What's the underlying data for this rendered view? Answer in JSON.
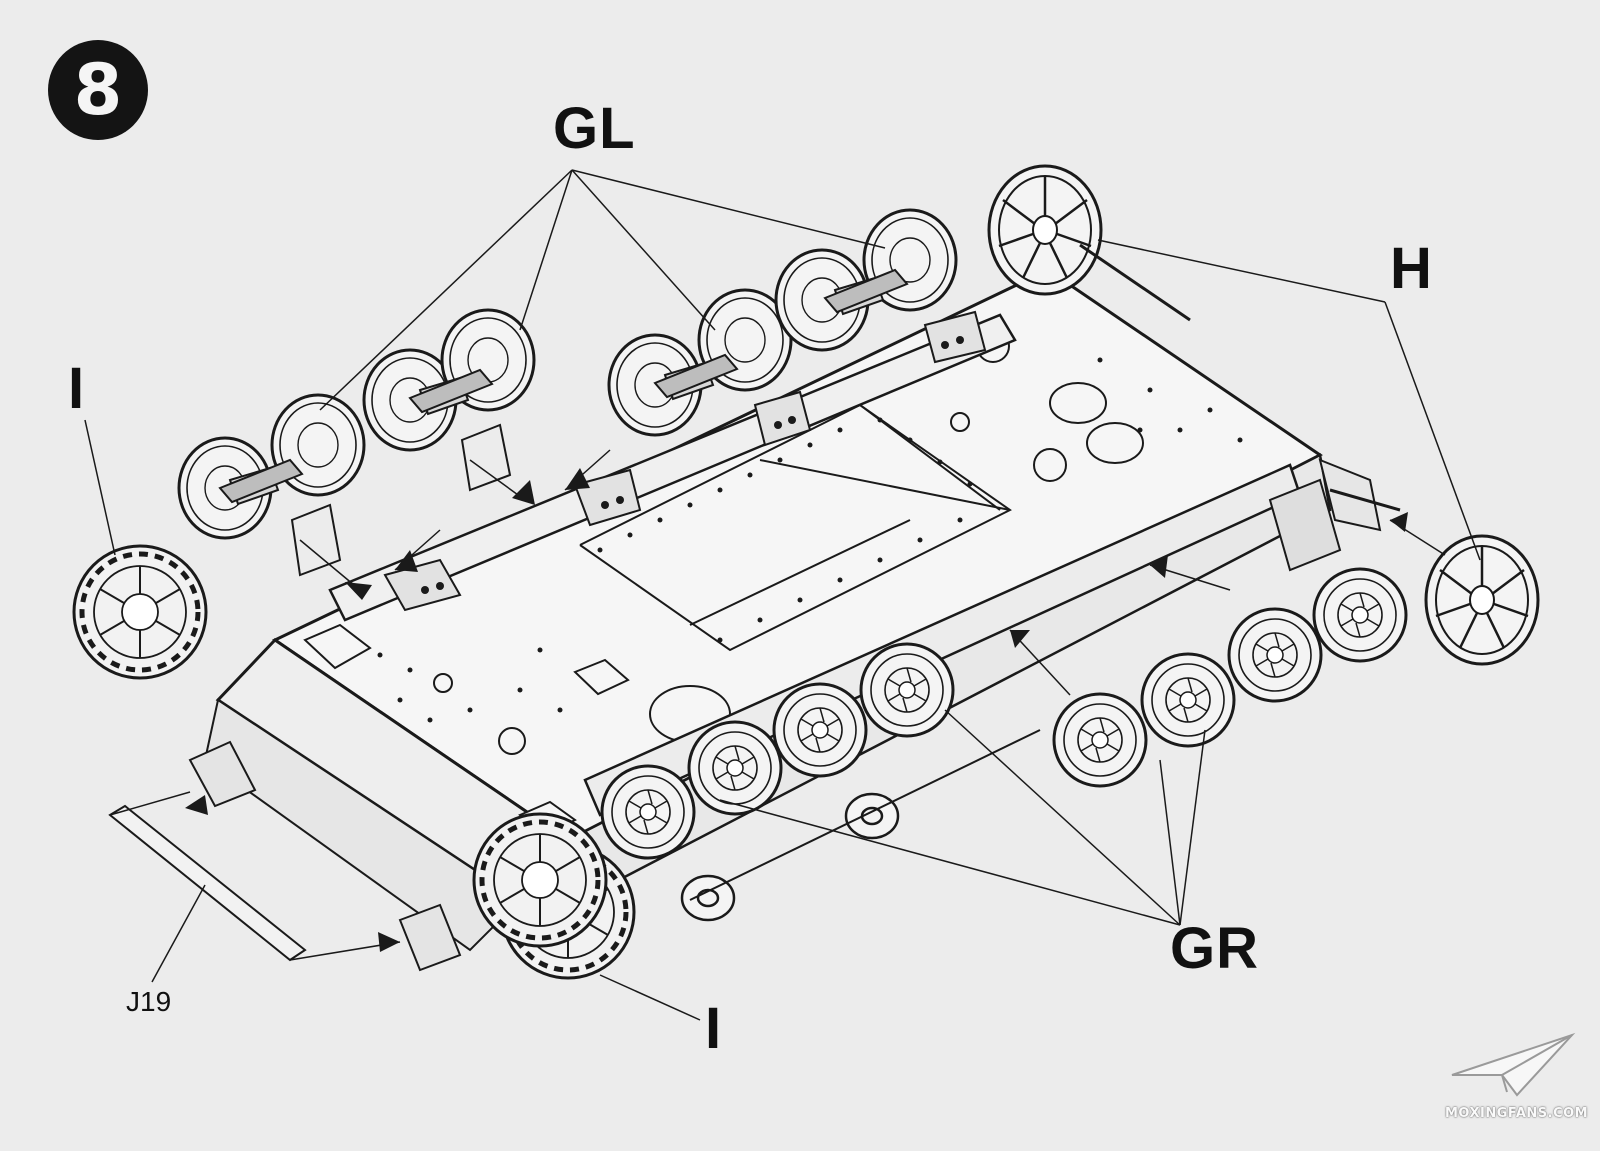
{
  "step": {
    "number": "8"
  },
  "callouts": {
    "gl": "GL",
    "h": "H",
    "gr": "GR",
    "i_left": "I",
    "i_bottom": "I",
    "j19": "J19"
  },
  "watermark": {
    "text": "MOXINGFANS.COM",
    "icon": "paper-plane-icon"
  },
  "colors": {
    "background": "#ececec",
    "line": "#1a1a1a",
    "badge": "#141414"
  }
}
